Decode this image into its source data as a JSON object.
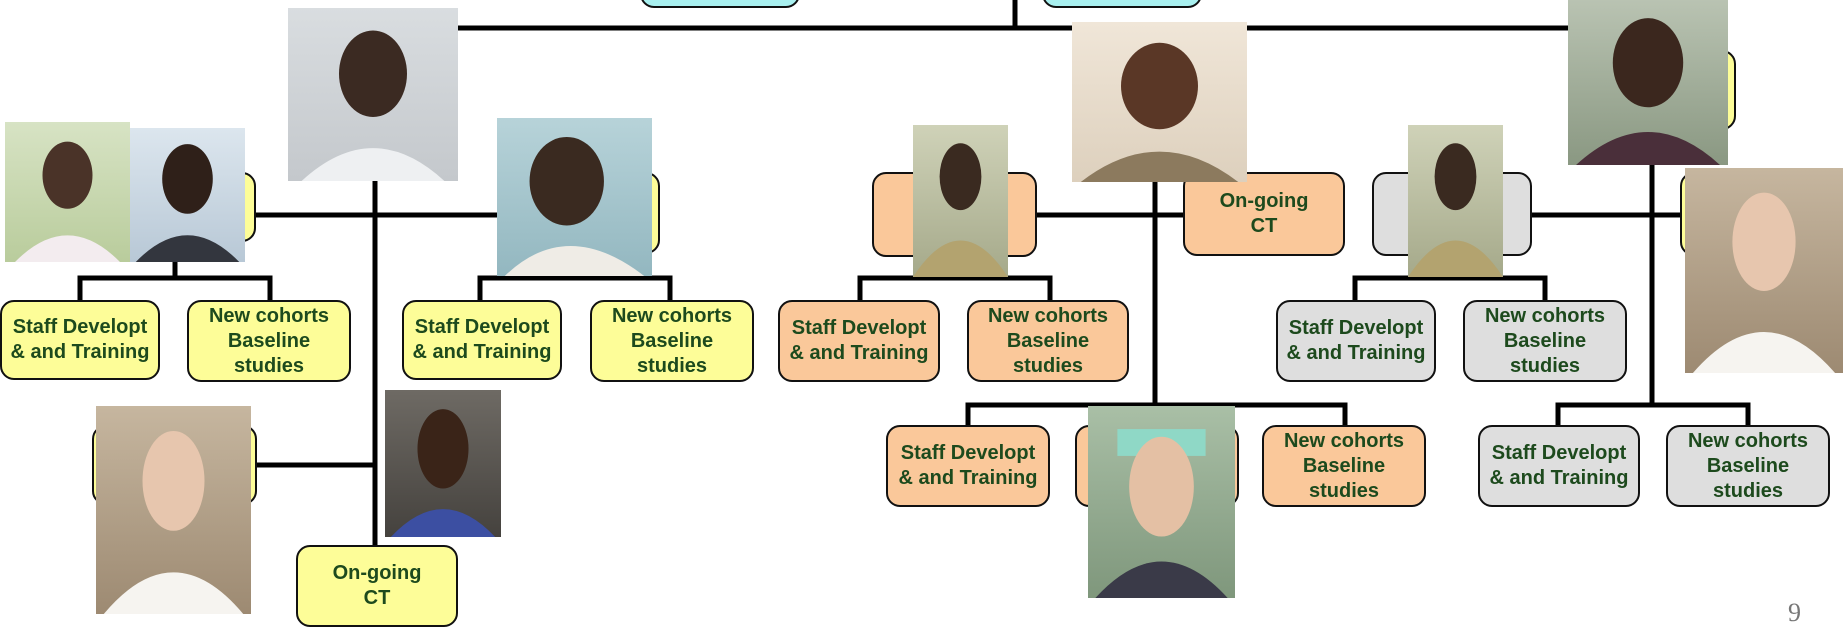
{
  "labels": {
    "staff": "Staff Developt\n& and Training",
    "cohorts": "New cohorts\nBaseline\nstudies",
    "ongoing": "On-going\nCT"
  },
  "page_number": "9",
  "colors": {
    "yellow": "#fdfd98",
    "peach": "#fac89a",
    "grey": "#dedede",
    "cyan": "#a8f0ef",
    "line": "#000000",
    "text": "#1d4a1d"
  }
}
